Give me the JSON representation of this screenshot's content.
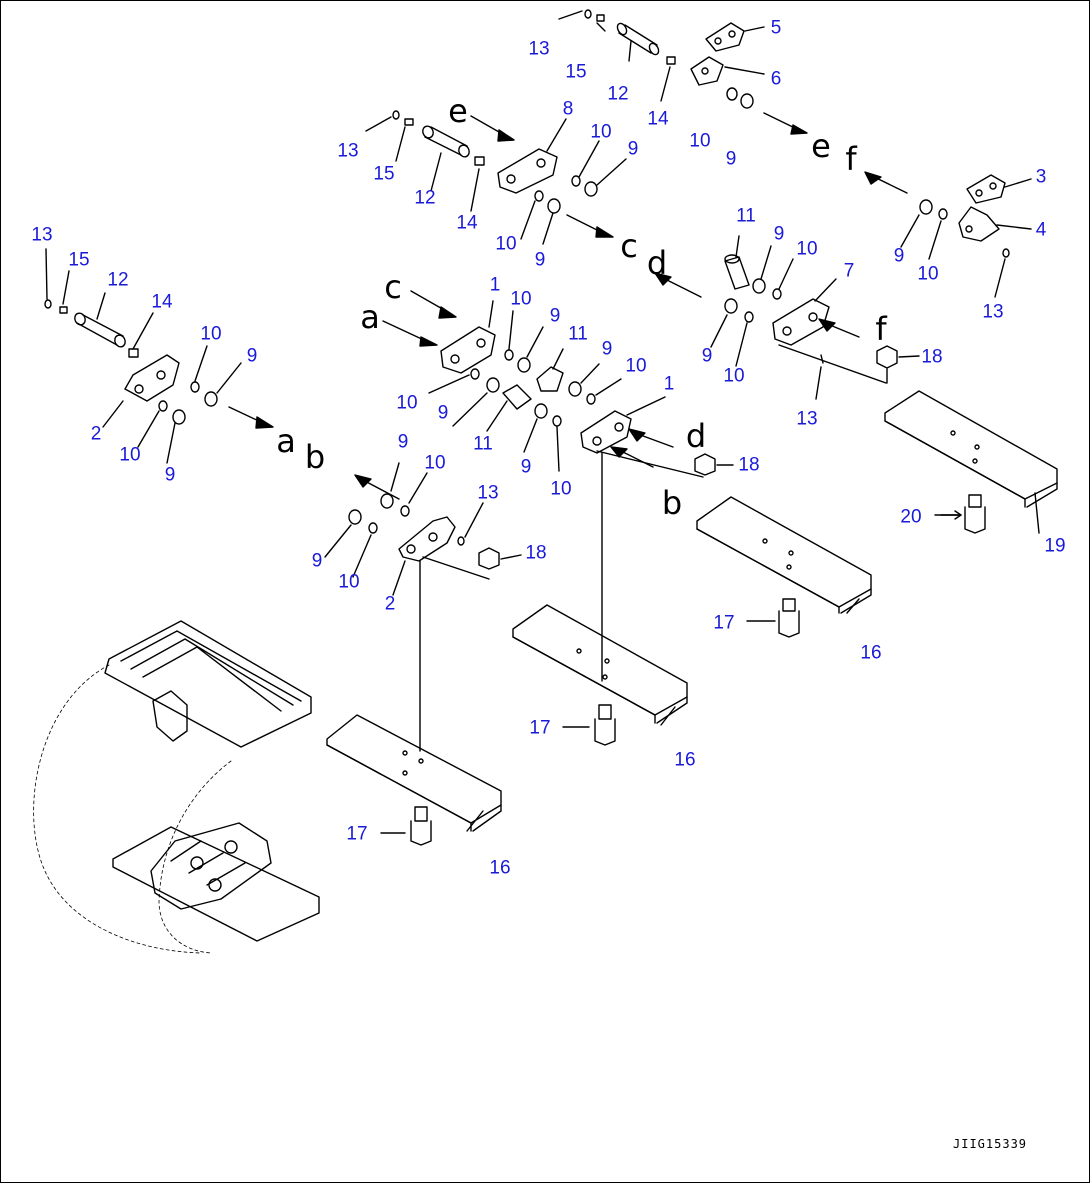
{
  "colors": {
    "callout": "#1a1ad9",
    "line": "#000000",
    "background": "#ffffff"
  },
  "callouts": [
    {
      "text": "13"
    },
    {
      "text": "15"
    },
    {
      "text": "12"
    },
    {
      "text": "5"
    },
    {
      "text": "6"
    },
    {
      "text": "14"
    },
    {
      "text": "10"
    },
    {
      "text": "9"
    },
    {
      "text": "13"
    },
    {
      "text": "15"
    },
    {
      "text": "12"
    },
    {
      "text": "14"
    },
    {
      "text": "8"
    },
    {
      "text": "10"
    },
    {
      "text": "9"
    },
    {
      "text": "10"
    },
    {
      "text": "9"
    },
    {
      "text": "3"
    },
    {
      "text": "4"
    },
    {
      "text": "9"
    },
    {
      "text": "10"
    },
    {
      "text": "13"
    },
    {
      "text": "11"
    },
    {
      "text": "9"
    },
    {
      "text": "10"
    },
    {
      "text": "7"
    },
    {
      "text": "9"
    },
    {
      "text": "10"
    },
    {
      "text": "18"
    },
    {
      "text": "13"
    },
    {
      "text": "13"
    },
    {
      "text": "15"
    },
    {
      "text": "12"
    },
    {
      "text": "14"
    },
    {
      "text": "10"
    },
    {
      "text": "9"
    },
    {
      "text": "2"
    },
    {
      "text": "10"
    },
    {
      "text": "9"
    },
    {
      "text": "1"
    },
    {
      "text": "10"
    },
    {
      "text": "9"
    },
    {
      "text": "11"
    },
    {
      "text": "9"
    },
    {
      "text": "10"
    },
    {
      "text": "10"
    },
    {
      "text": "9"
    },
    {
      "text": "11"
    },
    {
      "text": "9"
    },
    {
      "text": "1"
    },
    {
      "text": "10"
    },
    {
      "text": "18"
    },
    {
      "text": "9"
    },
    {
      "text": "10"
    },
    {
      "text": "13"
    },
    {
      "text": "9"
    },
    {
      "text": "10"
    },
    {
      "text": "18"
    },
    {
      "text": "2"
    },
    {
      "text": "20"
    },
    {
      "text": "19"
    },
    {
      "text": "17"
    },
    {
      "text": "16"
    },
    {
      "text": "17"
    },
    {
      "text": "16"
    },
    {
      "text": "17"
    },
    {
      "text": "16"
    }
  ],
  "letters": [
    {
      "text": "e"
    },
    {
      "text": "e"
    },
    {
      "text": "f"
    },
    {
      "text": "c"
    },
    {
      "text": "d"
    },
    {
      "text": "c"
    },
    {
      "text": "a"
    },
    {
      "text": "f"
    },
    {
      "text": "a"
    },
    {
      "text": "b"
    },
    {
      "text": "d"
    },
    {
      "text": "b"
    }
  ],
  "drawing_code": "JIIG15339"
}
